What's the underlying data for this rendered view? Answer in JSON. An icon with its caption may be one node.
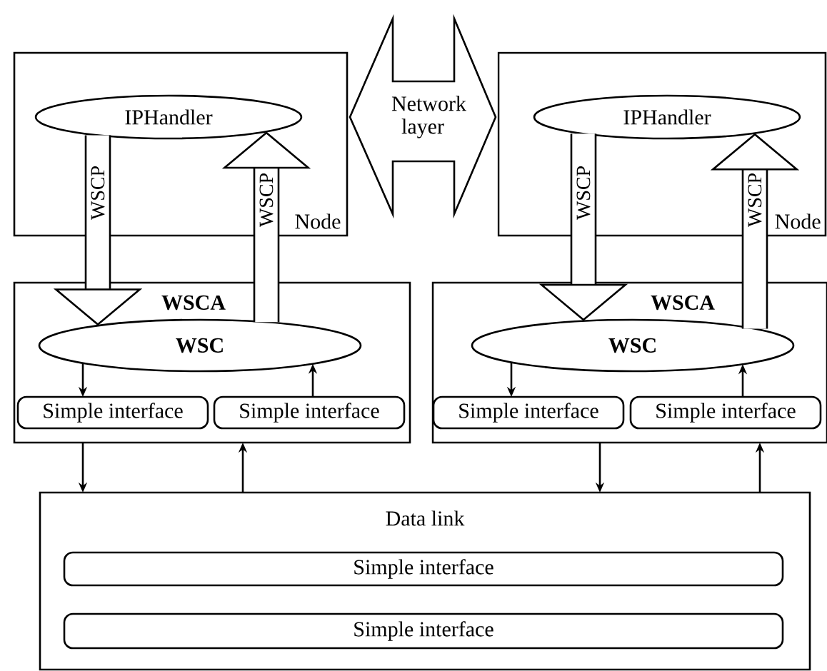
{
  "diagram": {
    "nodes": [
      {
        "text": [
          "Node"
        ]
      },
      {
        "text": [
          "IPHandler"
        ],
        "in": 0
      },
      {
        "text": [
          "Node"
        ]
      },
      {
        "text": [
          "IPHandler"
        ],
        "in": 2
      },
      {
        "text": [
          "Network layer"
        ]
      },
      {
        "text": [
          "WSCA"
        ]
      },
      {
        "text": [
          "WSC"
        ],
        "in": 5
      },
      {
        "text": [
          "Simple interface"
        ],
        "in": 5
      },
      {
        "text": [
          "Simple interface"
        ],
        "in": 5
      },
      {
        "text": [
          "WSCA"
        ]
      },
      {
        "text": [
          "WSC"
        ],
        "in": 9
      },
      {
        "text": [
          "Simple interface"
        ],
        "in": 9
      },
      {
        "text": [
          "Simple interface"
        ],
        "in": 9
      },
      {
        "text": [
          "Data link"
        ]
      },
      {
        "text": [
          "Simple interface"
        ],
        "in": 13
      },
      {
        "text": [
          "Simple interface"
        ],
        "in": 13
      }
    ],
    "edges": [
      {
        "from": 1,
        "to": 6,
        "arrow": "to",
        "label": "WSCP",
        "style": "thick"
      },
      {
        "from": 6,
        "to": 1,
        "arrow": "to",
        "label": "WSCP",
        "style": "thick"
      },
      {
        "from": 3,
        "to": 10,
        "arrow": "to",
        "label": "WSCP",
        "style": "thick"
      },
      {
        "from": 10,
        "to": 3,
        "arrow": "to",
        "label": "WSCP",
        "style": "thick"
      },
      {
        "from": 6,
        "to": 7,
        "arrow": "to"
      },
      {
        "from": 8,
        "to": 6,
        "arrow": "to"
      },
      {
        "from": 10,
        "to": 11,
        "arrow": "to"
      },
      {
        "from": 12,
        "to": 10,
        "arrow": "to"
      },
      {
        "from": 5,
        "to": 13,
        "arrow": "to"
      },
      {
        "from": 13,
        "to": 5,
        "arrow": "to"
      },
      {
        "from": 9,
        "to": 13,
        "arrow": "to"
      },
      {
        "from": 13,
        "to": 9,
        "arrow": "to"
      }
    ]
  }
}
